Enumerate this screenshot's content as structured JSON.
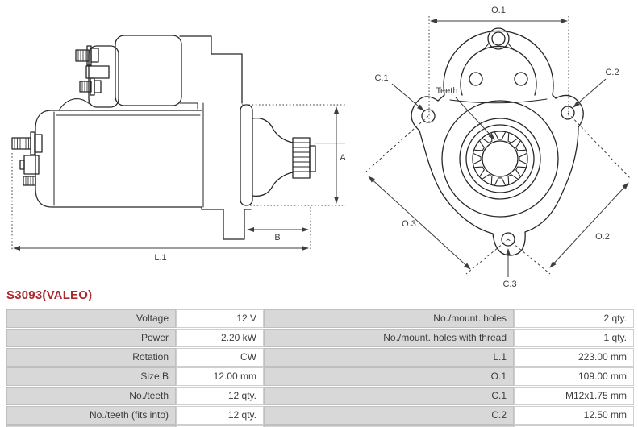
{
  "part_number": "S3093(VALEO)",
  "colors": {
    "accent_red": "#a8292e",
    "table_label_bg": "#d8d8d8",
    "drawing_line": "#262626",
    "dimension_line": "#3d3d3d"
  },
  "diagram_left": {
    "labels": {
      "a": "A",
      "b": "B",
      "l1": "L.1"
    }
  },
  "diagram_right": {
    "labels": {
      "o1": "O.1",
      "o2": "O.2",
      "o3": "O.3",
      "c1": "C.1",
      "c2": "C.2",
      "c3": "C.3",
      "teeth": "Teeth"
    }
  },
  "spec_table": {
    "rows": [
      {
        "left_label": "Voltage",
        "left_value": "12 V",
        "right_label": "No./mount. holes",
        "right_value": "2 qty."
      },
      {
        "left_label": "Power",
        "left_value": "2.20 kW",
        "right_label": "No./mount. holes with thread",
        "right_value": "1 qty."
      },
      {
        "left_label": "Rotation",
        "left_value": "CW",
        "right_label": "L.1",
        "right_value": "223.00 mm"
      },
      {
        "left_label": "Size B",
        "left_value": "12.00 mm",
        "right_label": "O.1",
        "right_value": "109.00 mm"
      },
      {
        "left_label": "No./teeth",
        "left_value": "12 qty.",
        "right_label": "C.1",
        "right_value": "M12x1.75 mm"
      },
      {
        "left_label": "No./teeth (fits into)",
        "left_value": "12 qty.",
        "right_label": "C.2",
        "right_value": "12.50 mm"
      }
    ]
  }
}
